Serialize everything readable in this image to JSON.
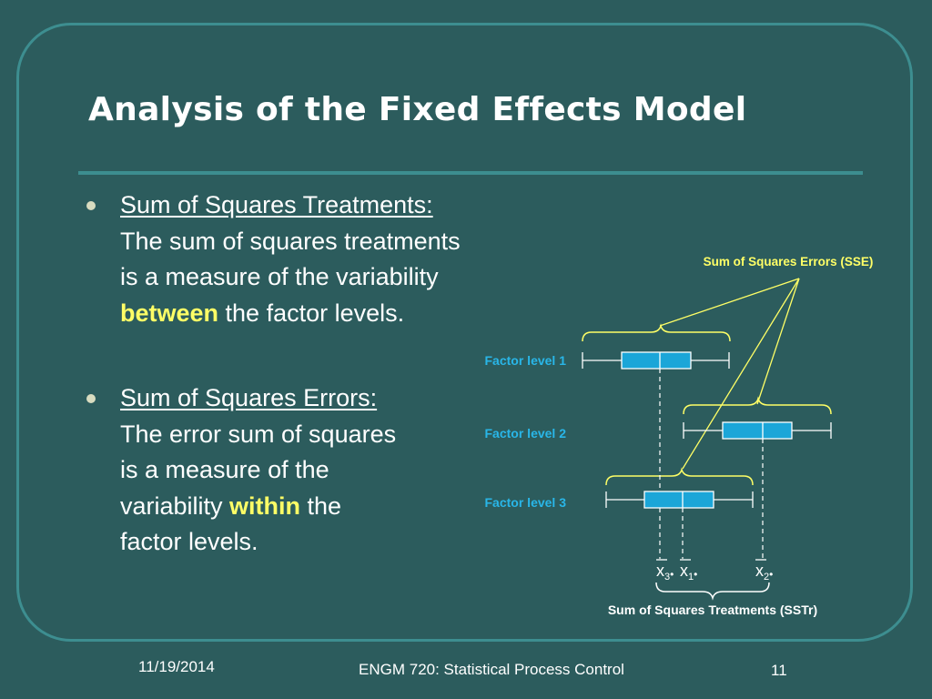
{
  "slide": {
    "title": "Analysis of the Fixed Effects Model"
  },
  "bullets": [
    {
      "heading": "Sum of Squares Treatments:",
      "line1": "The sum of squares treatments",
      "line2": "is a measure of the variability",
      "highlight": "between",
      "after_highlight": " the factor levels."
    },
    {
      "heading": "Sum of Squares Errors:",
      "line1": "The error sum of squares",
      "line2": "is a measure of the",
      "before_highlight": "variability ",
      "highlight": "within",
      "after_highlight": " the",
      "line4": "factor levels."
    }
  ],
  "diagram": {
    "sse_label": "Sum of Squares Errors (SSE)",
    "sstr_label": "Sum of Squares Treatments (SSTr)",
    "factor_labels": [
      "Factor level 1",
      "Factor level 2",
      "Factor level 3"
    ],
    "mean_x3": "x",
    "mean_x3_sub": "3",
    "mean_x1": "x",
    "mean_x1_sub": "1",
    "mean_x2": "x",
    "mean_x2_sub": "2",
    "mean_dot": "•",
    "colors": {
      "box_fill": "#1ba6d8",
      "annotation": "#ffff66",
      "label": "#29b6e8"
    }
  },
  "footer": {
    "date": "11/19/2014",
    "course": "ENGM 720: Statistical  Process Control",
    "page_number": "11"
  }
}
